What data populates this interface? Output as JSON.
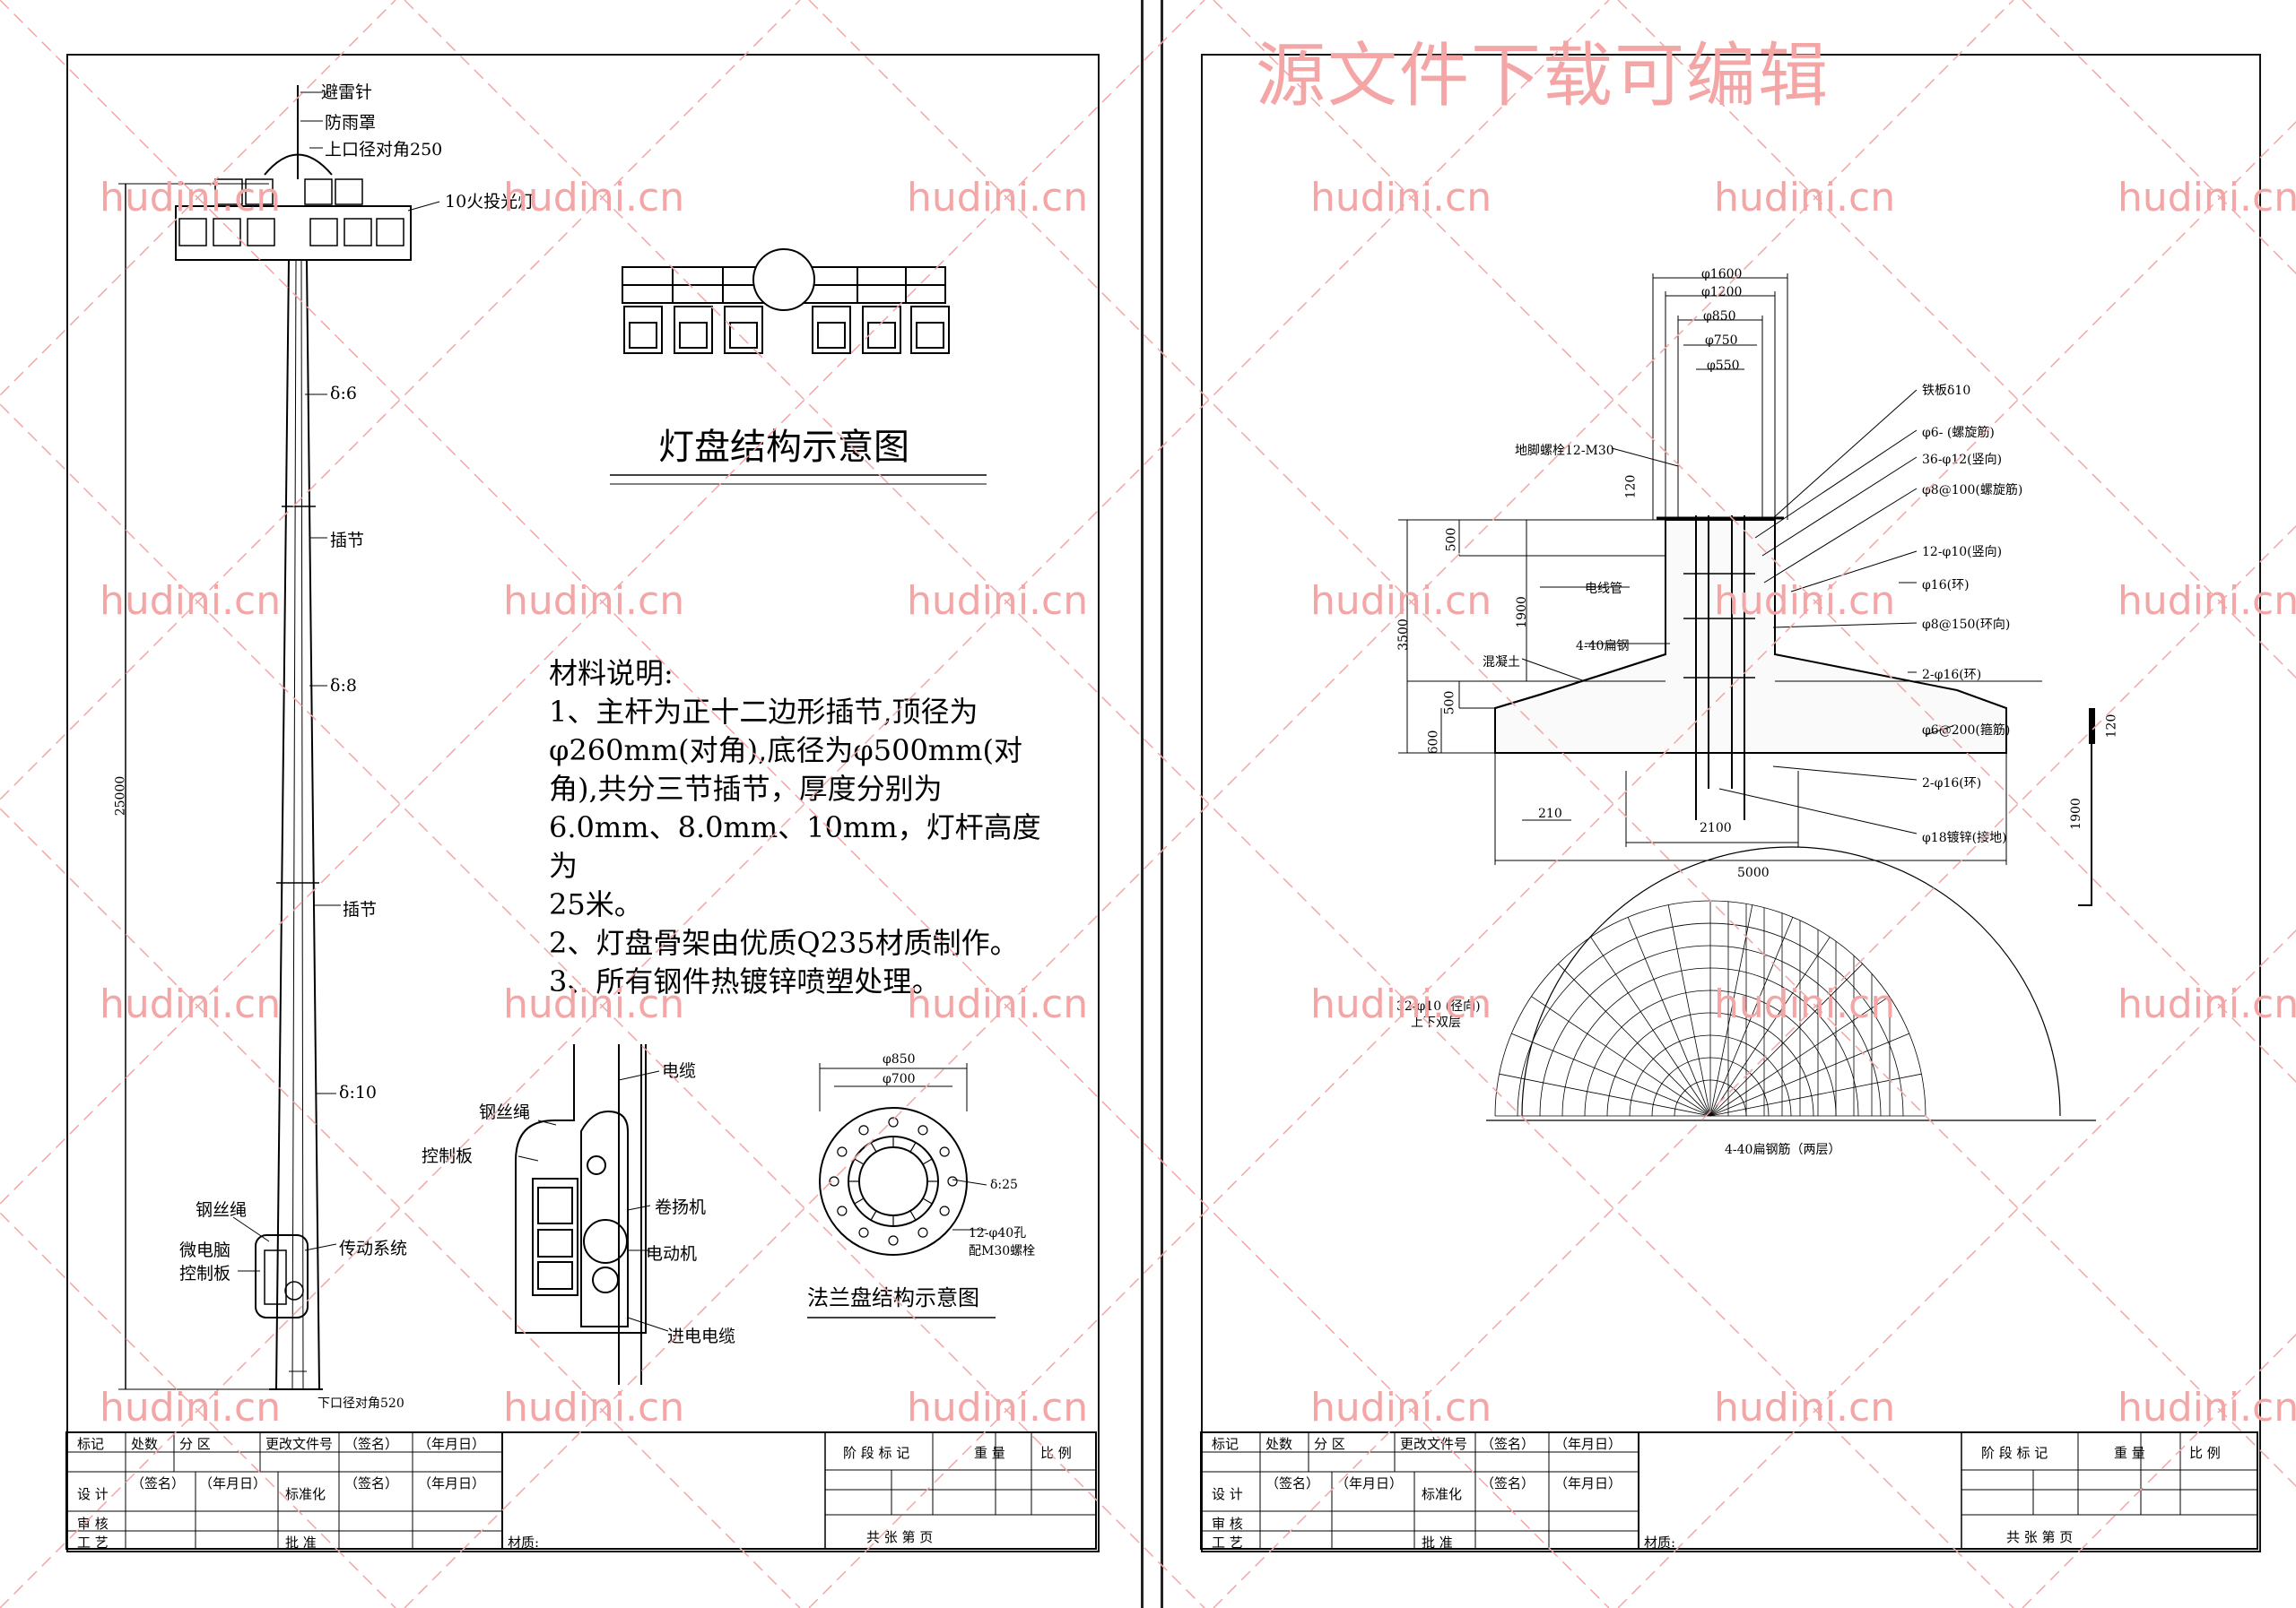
{
  "watermark": {
    "site": "hudini.cn",
    "banner": "源文件下载可编辑",
    "color": "#f4a6a6"
  },
  "left_sheet": {
    "pole_labels": {
      "lightning_rod": "避雷针",
      "rain_cover": "防雨罩",
      "top_diameter": "上口径对角250",
      "floodlights": "10火投光灯",
      "thickness_6": "δ:6",
      "sleeve_1": "插节",
      "thickness_8": "δ:8",
      "sleeve_2": "插节",
      "thickness_10": "δ:10",
      "height": "25000",
      "wire_rope": "钢丝绳",
      "micro_pc_1": "微电脑",
      "micro_pc_2": "控制板",
      "drive_system": "传动系统",
      "bottom_diameter": "下口径对角520"
    },
    "lamp_panel_title": "灯盘结构示意图",
    "material_notes": "材料说明:\n1、主杆为正十二边形插节,顶径为\nφ260mm(对角),底径为φ500mm(对\n角),共分三节插节，厚度分别为\n6.0mm、8.0mm、10mm，灯杆高度为\n25米。\n2、灯盘骨架由优质Q235材质制作。\n3、所有钢件热镀锌喷塑处理。",
    "detail_labels": {
      "wire_rope": "钢丝绳",
      "control_board": "控制板",
      "cable": "电缆",
      "winch": "卷扬机",
      "motor": "电动机",
      "incoming_cable": "进电电缆"
    },
    "flange": {
      "title": "法兰盘结构示意图",
      "outer": "φ850",
      "inner": "φ700",
      "thickness": "δ:25",
      "holes": "12-φ40孔",
      "bolts": "配M30螺栓"
    }
  },
  "right_sheet": {
    "dims_top": [
      "φ1600",
      "φ1200",
      "φ850",
      "φ750",
      "φ550"
    ],
    "labels_right": [
      "铁板δ10",
      "φ6-  (螺旋筋)",
      "36-φ12(竖向)",
      "φ8@100(螺旋筋)",
      "12-φ10(竖向)",
      "φ16(环)",
      "φ8@150(环向)",
      "2-φ16(环)",
      "φ6@200(箍筋)",
      "2-φ16(环)",
      "φ18镀锌(接地)"
    ],
    "labels_left": {
      "anchor": "地脚螺栓12-M30",
      "conduit": "电线管",
      "flat_steel": "4-40扁钢",
      "concrete": "混凝土"
    },
    "dims_side": {
      "d120": "120",
      "d500": "500",
      "d1900": "1900",
      "d3500": "3500",
      "d500b": "500",
      "d600": "600",
      "d210": "210",
      "d2100": "2100",
      "d5000": "5000",
      "hook120": "120",
      "hook1900": "1900"
    },
    "plan_labels": {
      "radial": "32-φ10 (径向)",
      "layers": "上下双层",
      "flat_steel": "4-40扁钢筋（两层）"
    }
  },
  "title_block": {
    "row1": [
      "标记",
      "处数",
      "分 区",
      "更改文件号",
      "（签名）",
      "（年月日）"
    ],
    "row2": [
      "设 计",
      "（签名）",
      "（年月日）",
      "标准化",
      "（签名）",
      "（年月日）"
    ],
    "row3": [
      "审 核"
    ],
    "row4": [
      "工 艺",
      "批 准"
    ],
    "material": "材质:",
    "stage": "阶 段 标 记",
    "weight": "重 量",
    "scale": "比 例",
    "sheets": "共      张      第      页"
  }
}
